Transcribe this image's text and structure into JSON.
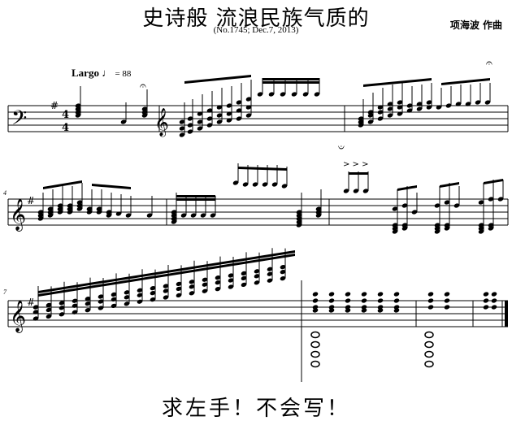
{
  "header": {
    "title": "史诗般 流浪民族气质的",
    "subtitle": "(No.1745; Dec.7, 2013)",
    "composer": "项海波  作曲"
  },
  "tempo": {
    "marking": "Largo",
    "value": "= 88"
  },
  "score": {
    "key_signature": "1 sharp",
    "time_signature_top": "4",
    "time_signature_bottom": "4",
    "measure_numbers": [
      "4",
      "7"
    ],
    "accents": "> > >"
  },
  "caption": "求左手！不会写！"
}
